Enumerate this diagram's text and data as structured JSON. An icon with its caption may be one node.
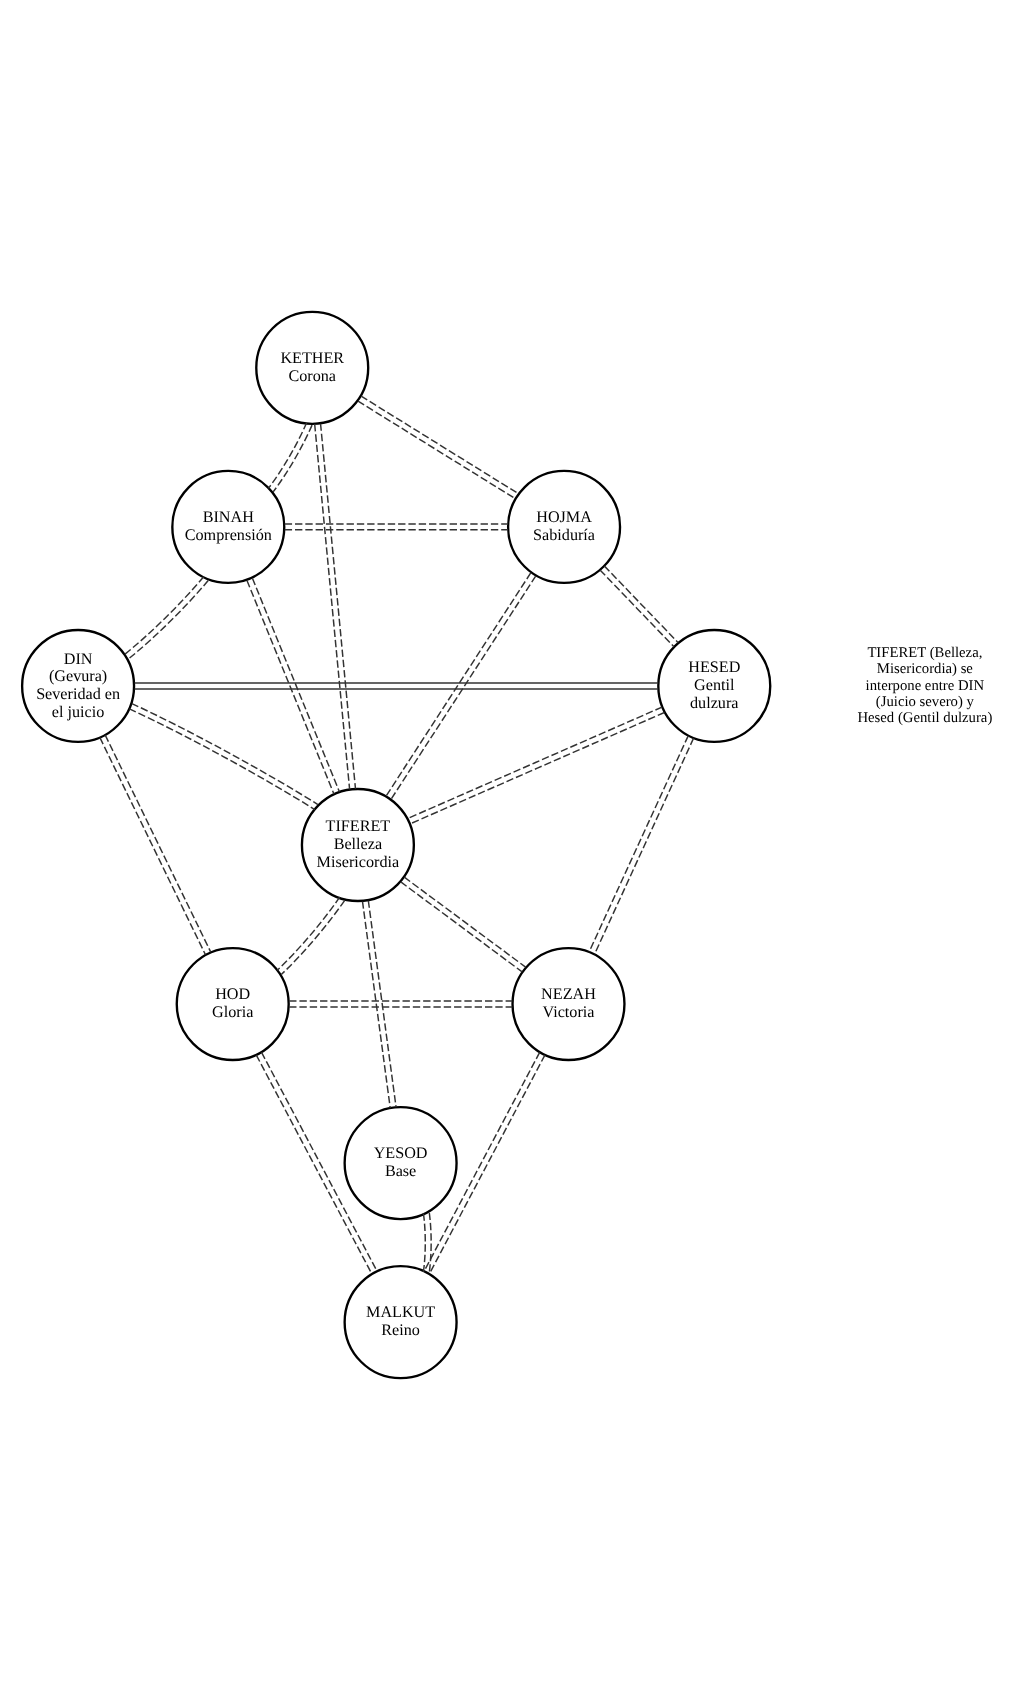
{
  "diagram": {
    "nodes": [
      {
        "text": [
          "KETHER",
          "Corona"
        ]
      },
      {
        "text": [
          "BINAH",
          "Comprensión"
        ]
      },
      {
        "text": [
          "HOJMA",
          "Sabiduría"
        ]
      },
      {
        "text": [
          "DIN",
          "(Gevura)",
          "Severidad en el juicio"
        ]
      },
      {
        "text": [
          "HESED",
          "Gentil dulzura"
        ]
      },
      {
        "text": [
          "TIFERET",
          "Belleza Misericordia"
        ]
      },
      {
        "text": [
          "HOD",
          "Gloria"
        ]
      },
      {
        "text": [
          "NEZAH",
          "Victoria"
        ]
      },
      {
        "text": [
          "YESOD",
          "Base"
        ]
      },
      {
        "text": [
          "MALKUT",
          "Reino"
        ]
      }
    ],
    "edges": [
      {
        "from": 0,
        "to": 1,
        "arrow": "none",
        "style": "dashed"
      },
      {
        "from": 0,
        "to": 2,
        "arrow": "none",
        "style": "dashed"
      },
      {
        "from": 0,
        "to": 5,
        "arrow": "none",
        "style": "dashed"
      },
      {
        "from": 1,
        "to": 2,
        "arrow": "none",
        "style": "dashed"
      },
      {
        "from": 1,
        "to": 3,
        "arrow": "none",
        "style": "dashed"
      },
      {
        "from": 1,
        "to": 5,
        "arrow": "none",
        "style": "dashed"
      },
      {
        "from": 2,
        "to": 4,
        "arrow": "none",
        "style": "dashed"
      },
      {
        "from": 2,
        "to": 5,
        "arrow": "none",
        "style": "dashed"
      },
      {
        "from": 3,
        "to": 4,
        "arrow": "none"
      },
      {
        "from": 3,
        "to": 5,
        "arrow": "none",
        "style": "dashed"
      },
      {
        "from": 4,
        "to": 5,
        "arrow": "none",
        "style": "dashed"
      },
      {
        "from": 3,
        "to": 6,
        "arrow": "none",
        "style": "dashed"
      },
      {
        "from": 4,
        "to": 7,
        "arrow": "none",
        "style": "dashed"
      },
      {
        "from": 5,
        "to": 6,
        "arrow": "none",
        "style": "dashed"
      },
      {
        "from": 5,
        "to": 7,
        "arrow": "none",
        "style": "dashed"
      },
      {
        "from": 5,
        "to": 8,
        "arrow": "none",
        "style": "dashed"
      },
      {
        "from": 6,
        "to": 7,
        "arrow": "none",
        "style": "dashed"
      },
      {
        "from": 6,
        "to": 9,
        "arrow": "none",
        "style": "dashed"
      },
      {
        "from": 8,
        "to": 9,
        "arrow": "none",
        "style": "dashed"
      },
      {
        "from": 7,
        "to": 9,
        "arrow": "none",
        "style": "dashed"
      }
    ],
    "labels": [
      "TIFERET (Belleza, Misericordia) se interpone entre DIN (Juicio severo) y Hesed (Gentil dulzura)"
    ]
  }
}
